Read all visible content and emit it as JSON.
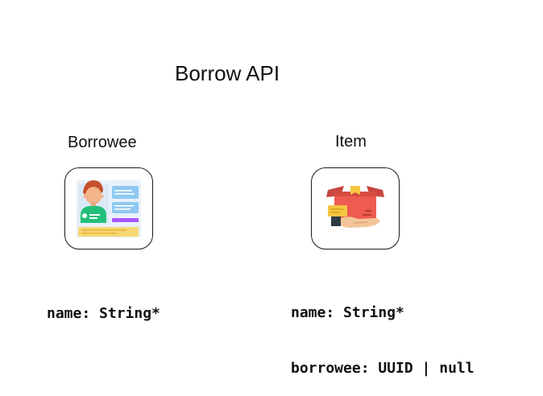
{
  "diagram": {
    "title": "Borrow API",
    "entities": [
      {
        "name": "Borrowee",
        "icon": "id-card-icon",
        "fields": [
          "name: String*"
        ]
      },
      {
        "name": "Item",
        "icon": "package-in-hand-icon",
        "fields": [
          "name: String*",
          "borrowee: UUID | null"
        ]
      }
    ]
  },
  "colors": {
    "border": "#1b1b1b",
    "text": "#111111",
    "card_bg": "#e8f1fb",
    "avatar_shirt": "#22c07a",
    "avatar_face": "#f2b488",
    "avatar_hair": "#c74f2c",
    "label_blue": "#8fc8f2",
    "bar_purple": "#a855f7",
    "bar_yellow": "#f7d774",
    "box_red": "#ef5b50",
    "box_red_dark": "#c9463f",
    "tape_yellow": "#f5c542",
    "hand_skin": "#f4c59a",
    "sleeve": "#2f3b45"
  }
}
